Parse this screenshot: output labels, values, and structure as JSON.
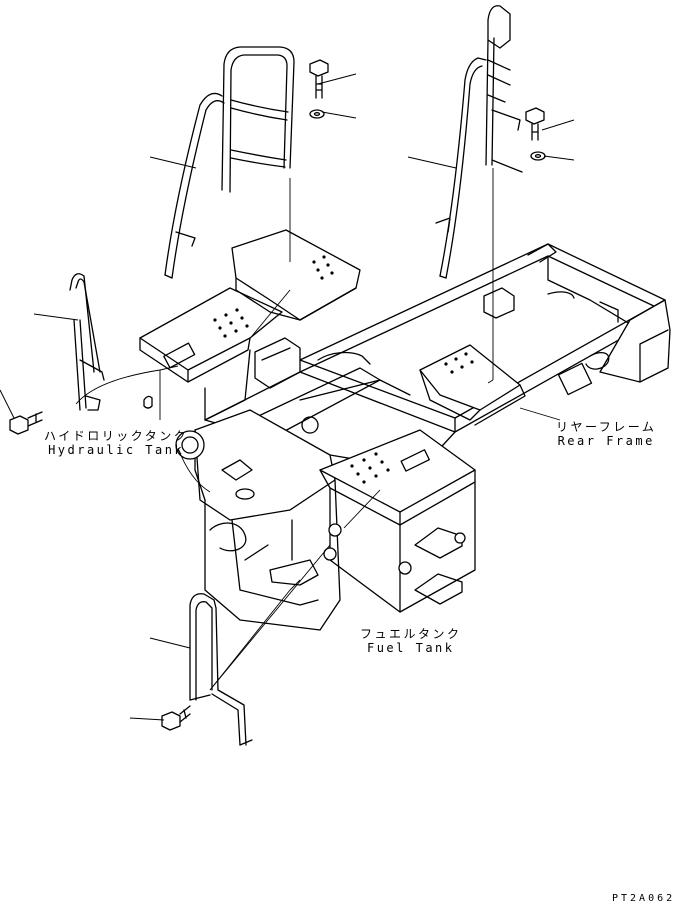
{
  "labels": {
    "hydraulic_tank": {
      "jp": "ハイドロリックタンク",
      "en": "Hydraulic Tank"
    },
    "rear_frame": {
      "jp": "リヤーフレーム",
      "en": "Rear Frame"
    },
    "fuel_tank": {
      "jp": "フュエルタンク",
      "en": "Fuel Tank"
    }
  },
  "drawing_code": "PT2A062"
}
